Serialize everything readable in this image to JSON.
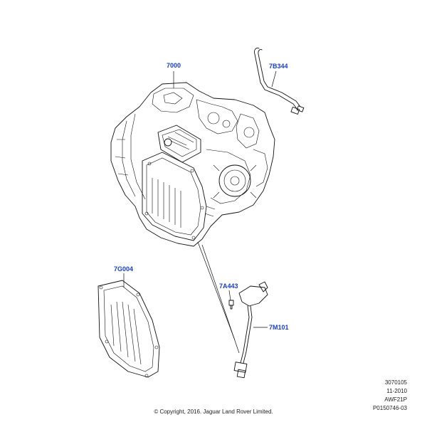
{
  "callouts": {
    "transmission": "7000",
    "oil_cooler_tube": "7B344",
    "oil_pan": "7G004",
    "bolt": "7A443",
    "speed_sensor": "7M101"
  },
  "reference": {
    "code1": "3070105",
    "date": "11-2010",
    "code2": "AWF21P",
    "code3": "P0150746-03"
  },
  "copyright": "© Copyright, 2016. Jaguar Land Rover Limited."
}
